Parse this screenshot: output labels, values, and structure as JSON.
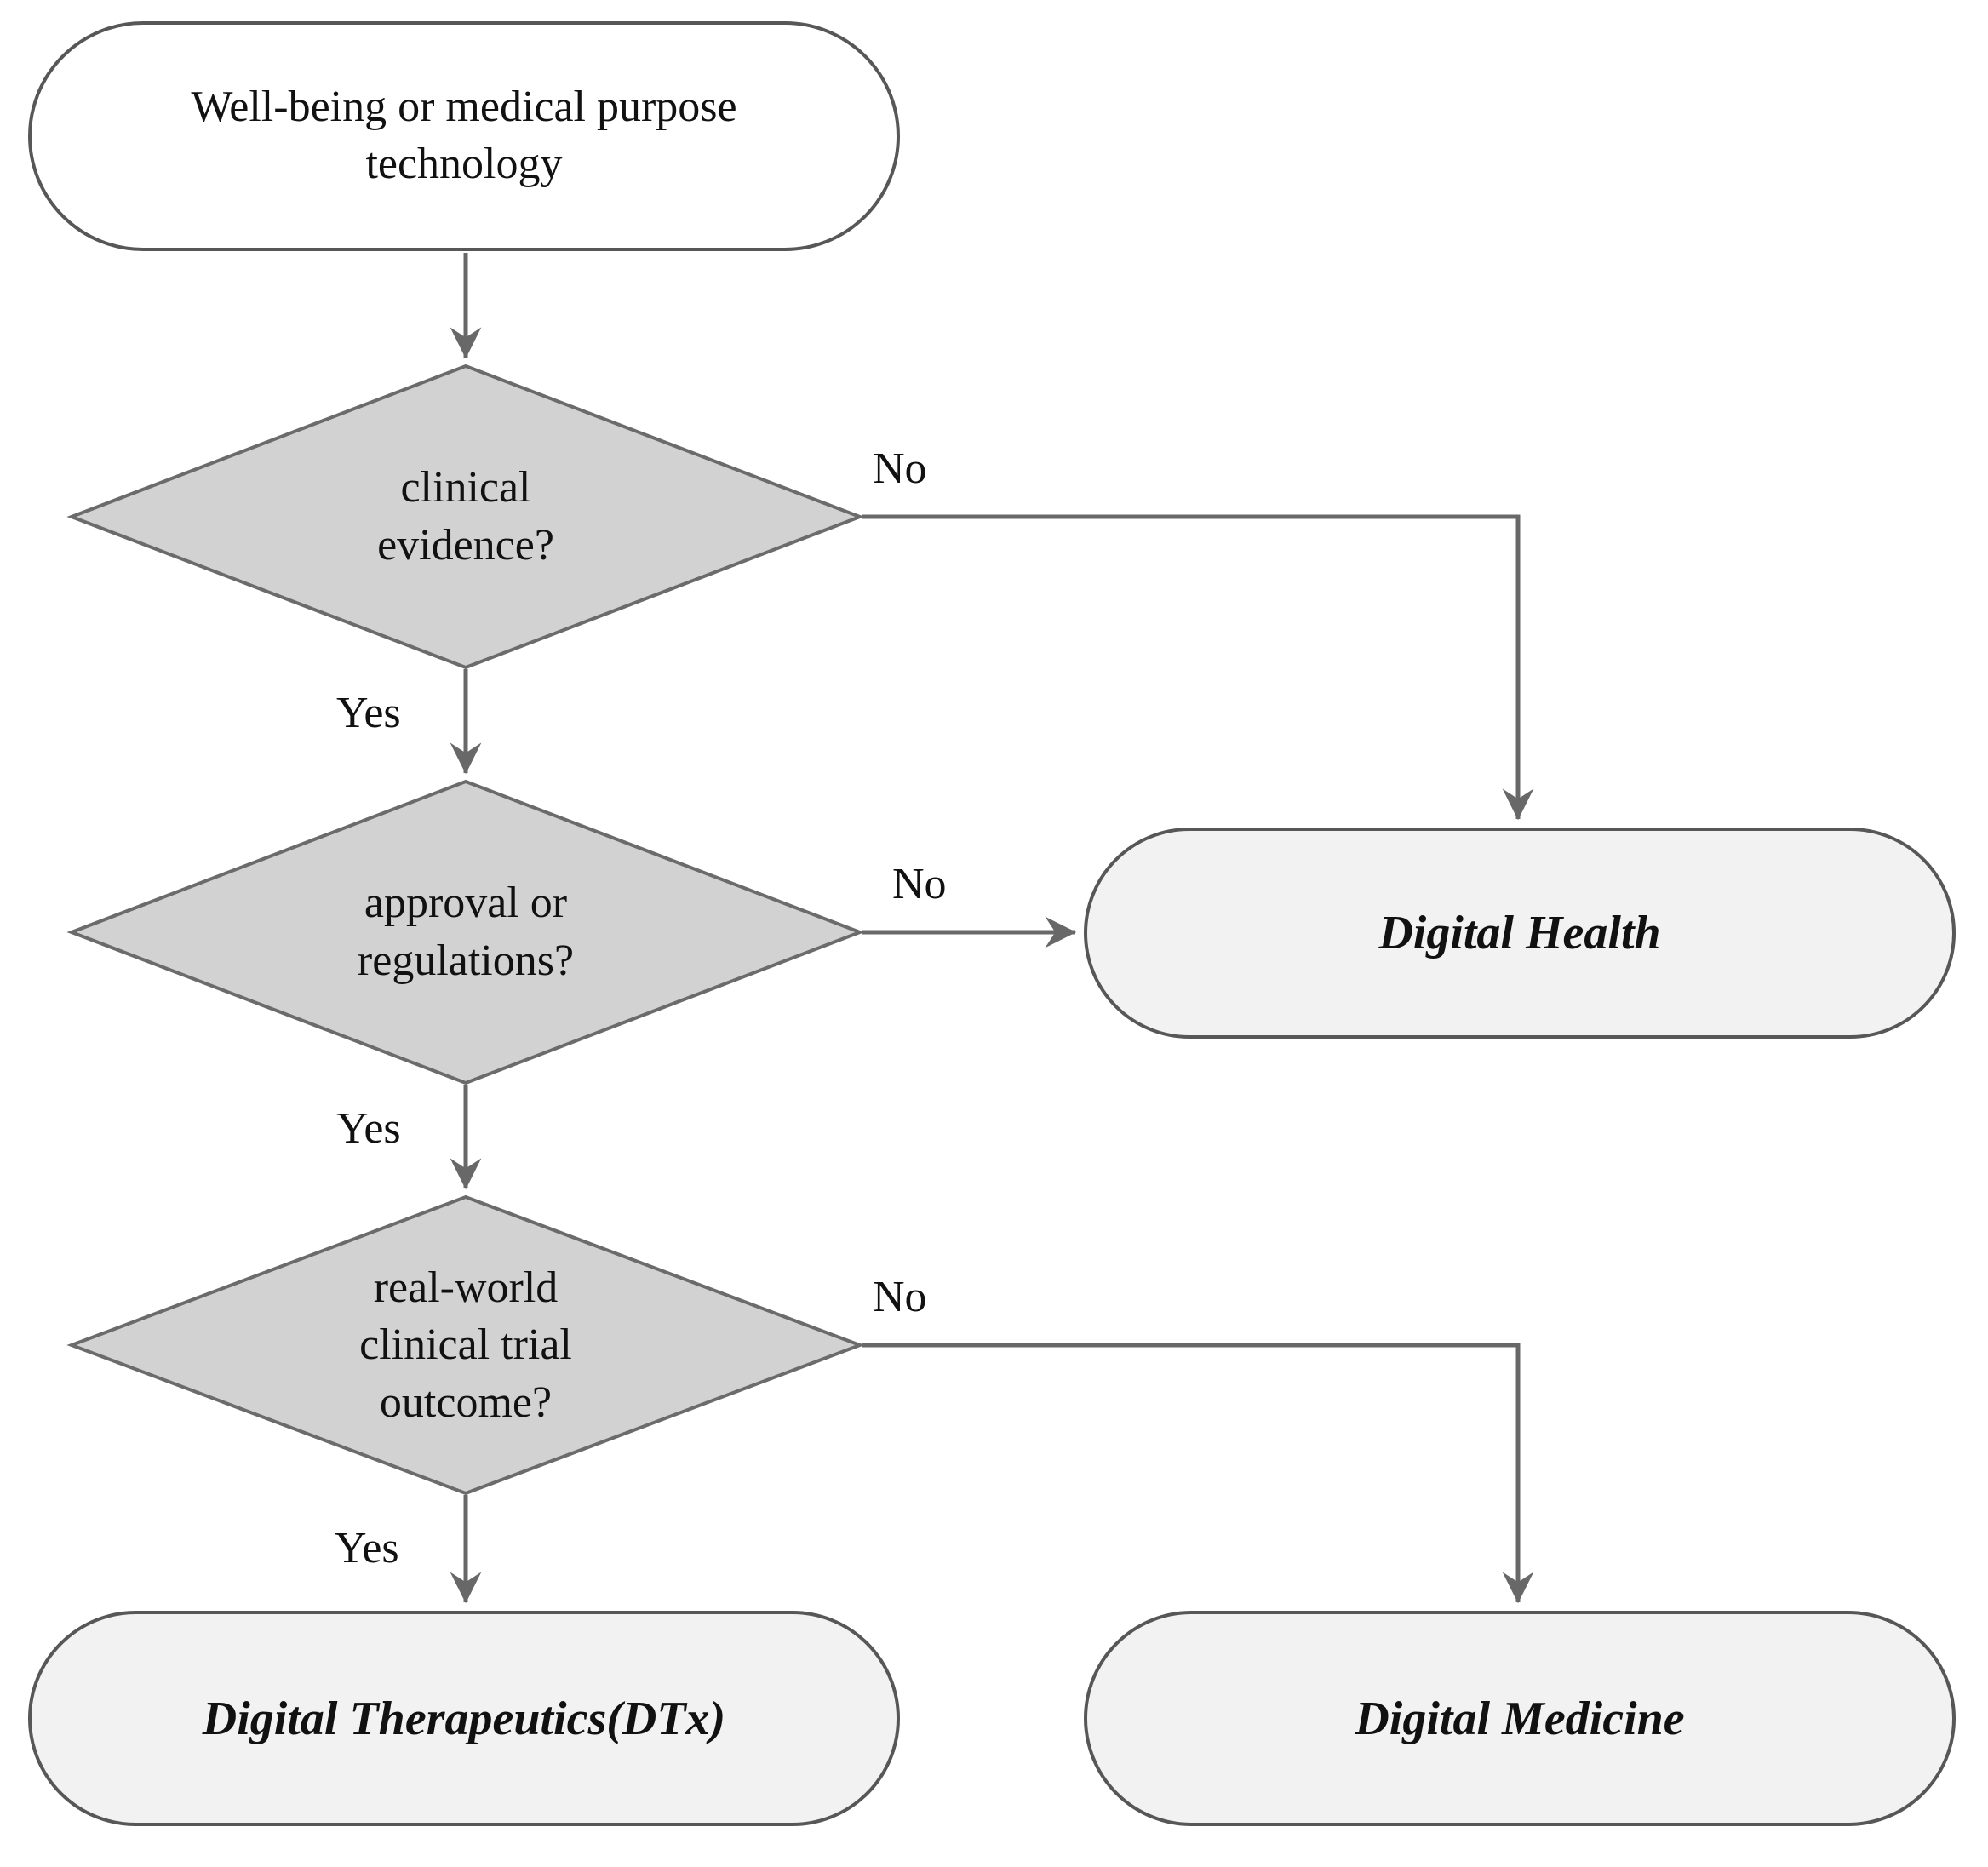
{
  "diagram": {
    "nodes": {
      "start": {
        "text": "Well-being or medical purpose\ntechnology"
      },
      "clinical_evidence": {
        "text": "clinical\nevidence?"
      },
      "approval_regulations": {
        "text": "approval or\nregulations?"
      },
      "real_world_outcome": {
        "text": "real-world\nclinical trial\noutcome?"
      },
      "digital_health": {
        "text": "Digital Health"
      },
      "digital_therapeutics": {
        "text": "Digital Therapeutics(DTx)"
      },
      "digital_medicine": {
        "text": "Digital Medicine"
      }
    },
    "edges": {
      "clinical_evidence_no": "No",
      "clinical_evidence_yes": "Yes",
      "approval_regulations_no": "No",
      "approval_regulations_yes": "Yes",
      "real_world_outcome_no": "No",
      "real_world_outcome_yes": "Yes"
    },
    "colors": {
      "connector_line": "#686868",
      "shape_border": "#575757",
      "decision_fill": "#d2d2d2",
      "result_fill": "#f2f2f2",
      "start_fill": "#ffffff",
      "text": "#111111"
    }
  }
}
